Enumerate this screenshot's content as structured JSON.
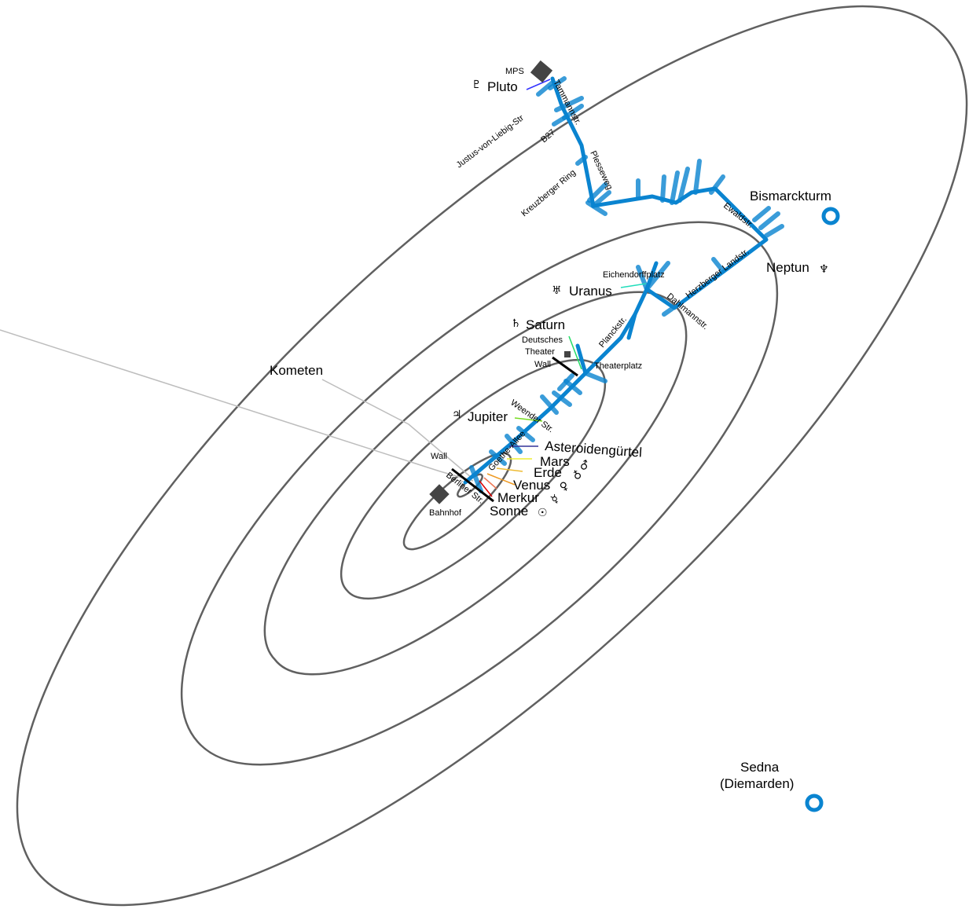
{
  "title_labels": {
    "kometen": "Kometen",
    "bismarckturm": "Bismarckturm",
    "sedna_1": "Sedna",
    "sedna_2": "(Diemarden)"
  },
  "planets": {
    "pluto": {
      "name": "Pluto",
      "symbol": "♇"
    },
    "neptun": {
      "name": "Neptun",
      "symbol": "♆"
    },
    "uranus": {
      "name": "Uranus",
      "symbol": "♅"
    },
    "saturn": {
      "name": "Saturn",
      "symbol": "♄"
    },
    "jupiter": {
      "name": "Jupiter",
      "symbol": "♃"
    },
    "asteroiden": {
      "name": "Asteroidengürtel"
    },
    "mars": {
      "name": "Mars",
      "symbol": "♂"
    },
    "erde": {
      "name": "Erde",
      "symbol": "♁"
    },
    "venus": {
      "name": "Venus",
      "symbol": "♀"
    },
    "merkur": {
      "name": "Merkur",
      "symbol": "☿"
    },
    "sonne": {
      "name": "Sonne",
      "symbol": "☉"
    }
  },
  "places": {
    "mps": "MPS",
    "bahnhof": "Bahnhof",
    "wall_1": "Wall",
    "wall_2": "Wall",
    "theater_1": "Deutsches",
    "theater_2": "Theater",
    "theaterplatz": "Theaterplatz",
    "eichendorffplatz": "Eichendorffplatz"
  },
  "streets": {
    "justus": "Justus-von-Liebig-Str",
    "tammann": "Tammannstr.",
    "b27": "B27",
    "plesseweg": "Plesseweg",
    "kreuzberger": "Kreuzberger Ring",
    "ewald": "Ewaldstr.",
    "herzberger": "Herzberger Landstr.",
    "dahlmann": "Dahlmannstr.",
    "planck": "Planckstr.",
    "weender": "Weender Str.",
    "goethe": "Goethe-Allee",
    "berliner": "Berliner Str."
  },
  "colors": {
    "path": "#0a84d0",
    "orbit": "#606060"
  }
}
